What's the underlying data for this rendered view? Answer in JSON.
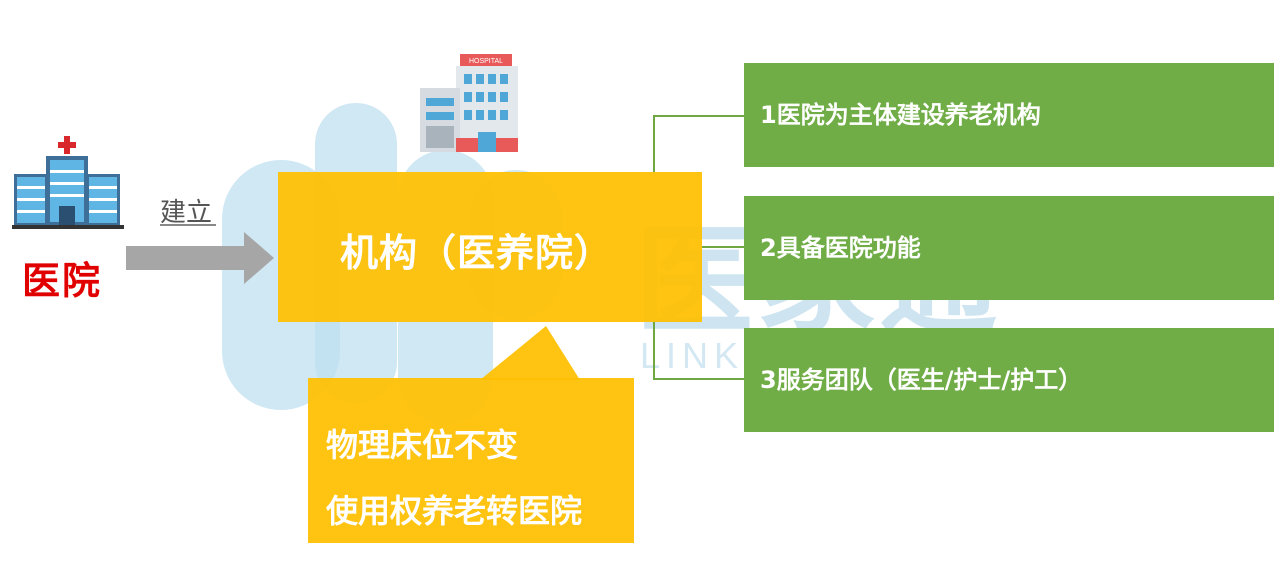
{
  "hospital": {
    "label": "医院",
    "icon": "hospital-building-icon"
  },
  "arrow": {
    "label": "建立"
  },
  "institution": {
    "title": "机构（医养院）",
    "icon": "hospital-building-icon",
    "sign_text": "HOSPITAL"
  },
  "callout": {
    "lines": [
      "物理床位不变",
      "使用权养老转医院"
    ]
  },
  "features": [
    {
      "label": "1医院为主体建设养老机构"
    },
    {
      "label": "2具备医院功能"
    },
    {
      "label": "3服务团队（医生/护士/护工）"
    }
  ],
  "watermark": {
    "text": "医家通",
    "subtext": "LINK·AGING·CARE"
  },
  "colors": {
    "yellow": "#FFC000",
    "green": "#70AD47",
    "red": "#E10000",
    "arrow_gray": "#A6A6A6",
    "watermark_blue": "#BFE0F0"
  }
}
